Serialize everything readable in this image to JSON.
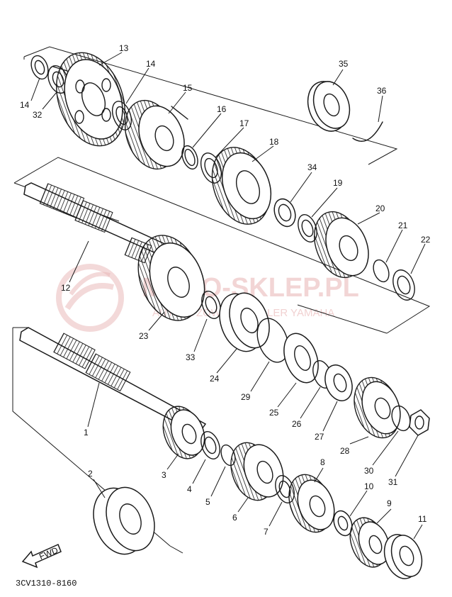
{
  "watermark": {
    "main": "MOTO-SKLEP.PL",
    "sub": "AUTORYZOWANY DEALER YAMAHA"
  },
  "diagram_code": "3CV1310-8160",
  "fwd_label": "FWD",
  "callouts": [
    {
      "id": "1",
      "text": "1"
    },
    {
      "id": "2",
      "text": "2"
    },
    {
      "id": "3",
      "text": "3"
    },
    {
      "id": "4",
      "text": "4"
    },
    {
      "id": "5",
      "text": "5"
    },
    {
      "id": "6",
      "text": "6"
    },
    {
      "id": "7",
      "text": "7"
    },
    {
      "id": "8",
      "text": "8"
    },
    {
      "id": "9",
      "text": "9"
    },
    {
      "id": "10",
      "text": "10"
    },
    {
      "id": "11",
      "text": "11"
    },
    {
      "id": "12",
      "text": "12"
    },
    {
      "id": "13",
      "text": "13"
    },
    {
      "id": "14a",
      "text": "14"
    },
    {
      "id": "14b",
      "text": "14"
    },
    {
      "id": "15",
      "text": "15"
    },
    {
      "id": "16",
      "text": "16"
    },
    {
      "id": "17",
      "text": "17"
    },
    {
      "id": "18",
      "text": "18"
    },
    {
      "id": "19",
      "text": "19"
    },
    {
      "id": "20",
      "text": "20"
    },
    {
      "id": "21",
      "text": "21"
    },
    {
      "id": "22",
      "text": "22"
    },
    {
      "id": "23",
      "text": "23"
    },
    {
      "id": "24",
      "text": "24"
    },
    {
      "id": "25",
      "text": "25"
    },
    {
      "id": "26",
      "text": "26"
    },
    {
      "id": "27",
      "text": "27"
    },
    {
      "id": "28",
      "text": "28"
    },
    {
      "id": "29",
      "text": "29"
    },
    {
      "id": "30",
      "text": "30"
    },
    {
      "id": "31",
      "text": "31"
    },
    {
      "id": "32",
      "text": "32"
    },
    {
      "id": "33",
      "text": "33"
    },
    {
      "id": "34",
      "text": "34"
    },
    {
      "id": "35",
      "text": "35"
    },
    {
      "id": "36",
      "text": "36"
    }
  ]
}
